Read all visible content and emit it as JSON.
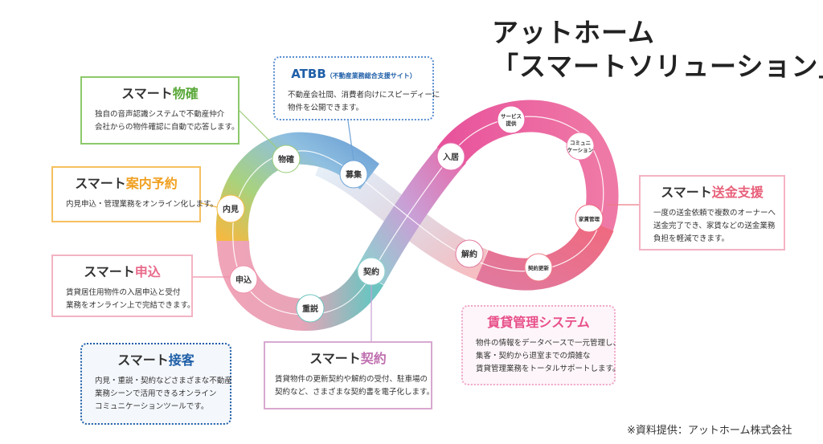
{
  "title": {
    "line1": "アットホーム",
    "line2": "「スマートソリューション」"
  },
  "credit": "※資料提供：アットホーム株式会社",
  "boxes": {
    "atbb": {
      "title": "ATBB",
      "subtitle": "（不動産業務総合支援サイト）",
      "desc": [
        "不動産会社間、消費者向けにスピーディーに",
        "物件を公開できます。"
      ],
      "color": "#1f5fa8",
      "border": "#5b8fd0"
    },
    "bukkaku": {
      "title_a": "スマート",
      "title_b": "物確",
      "desc": [
        "独自の音声認識システムで不動産仲介",
        "会社からの物件確認に自動で応答します。"
      ],
      "color": "#5aa83a",
      "border": "#8cc96b"
    },
    "annai": {
      "title_a": "スマート",
      "title_b": "案内予約",
      "desc": [
        "内見申込・管理業務をオンライン化します。"
      ],
      "color": "#f0a020",
      "border": "#f5c060"
    },
    "moushikomi": {
      "title_a": "スマート",
      "title_b": "申込",
      "desc": [
        "賃貸居住用物件の入居申込と受付",
        "業務をオンライン上で完結できます。"
      ],
      "color": "#e86a8a",
      "border": "#f3b3c3"
    },
    "sekkyaku": {
      "title_a": "スマート",
      "title_b": "接客",
      "desc": [
        "内見・重説・契約などさまざまな不動産",
        "業務シーンで活用できるオンライン",
        "コミュニケーションツールです。"
      ],
      "color": "#1f5fa8",
      "border": "#1f5fa8"
    },
    "keiyaku": {
      "title_a": "スマート",
      "title_b": "契約",
      "desc": [
        "賃貸物件の更新契約や解約の受付、駐車場の",
        "契約など、さまざまな契約書を電子化します。"
      ],
      "color": "#c070b0",
      "border": "#d8a8d0"
    },
    "soukin": {
      "title_a": "スマート",
      "title_b": "送金支援",
      "desc": [
        "一度の送金依頼で複数のオーナーへ",
        "送金完了でき、家賃などの送金業務",
        "負担を軽減できます。"
      ],
      "color": "#e8607a",
      "border": "#f3b3c3"
    },
    "kanri": {
      "title": "賃貸管理システム",
      "desc": [
        "物件の情報をデータベースで一元管理し、",
        "集客・契約から退室までの煩雑な",
        "賃貸管理業務をトータルサポートします。"
      ],
      "color": "#e8508a",
      "border": "#f0a8c8"
    }
  },
  "nodes": {
    "bukkaku": "物確",
    "boshu": "募集",
    "naiken": "内見",
    "moushikomi": "申込",
    "juusetsu": "重説",
    "keiyaku": "契約",
    "nyukyo": "入居",
    "service_1": "サービス",
    "service_2": "提供",
    "comm_1": "コミュニ",
    "comm_2": "ケーション",
    "yachin": "家賃管理",
    "koushin": "契約更新",
    "kaiyaku": "解約"
  },
  "colors": {
    "green": "#9ccc7a",
    "blue": "#6fa3d6",
    "yellow": "#f4b942",
    "pink_left": "#ee8fa8",
    "teal": "#6cc4c0",
    "purple": "#c9a0d6",
    "magenta": "#ea5a9e",
    "salmon": "#ee7c86"
  }
}
